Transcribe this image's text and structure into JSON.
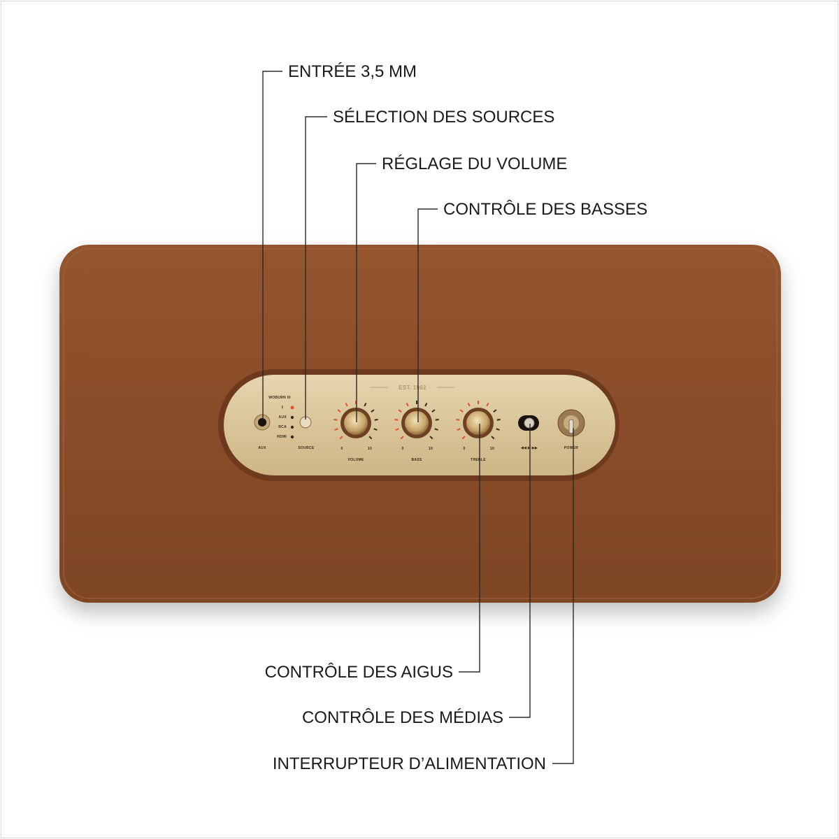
{
  "callouts": {
    "aux_input": "ENTRÉE 3,5 MM",
    "source_select": "SÉLECTION DES SOURCES",
    "volume": "RÉGLAGE DU VOLUME",
    "bass": "CONTRÔLE DES BASSES",
    "treble": "CONTRÔLE DES AIGUS",
    "media": "CONTRÔLE DES MÉDIAS",
    "power": "INTERRUPTEUR D’ALIMENTATION"
  },
  "panel": {
    "brand": "EST. 1962",
    "model": "WOBURN III",
    "aux": "AUX",
    "source": "SOURCE",
    "sources": [
      "AUX",
      "RCA",
      "HDMI"
    ],
    "volume": "VOLUME",
    "bass": "BASS",
    "treble": "TREBLE",
    "power": "POWER",
    "scale_min": "0",
    "scale_max": "10"
  },
  "colors": {
    "leather": "#8b4e2b",
    "plate": "#dcc79d",
    "indicator_lit": "#e8502a",
    "indicator_off": "#3a2a1a"
  }
}
